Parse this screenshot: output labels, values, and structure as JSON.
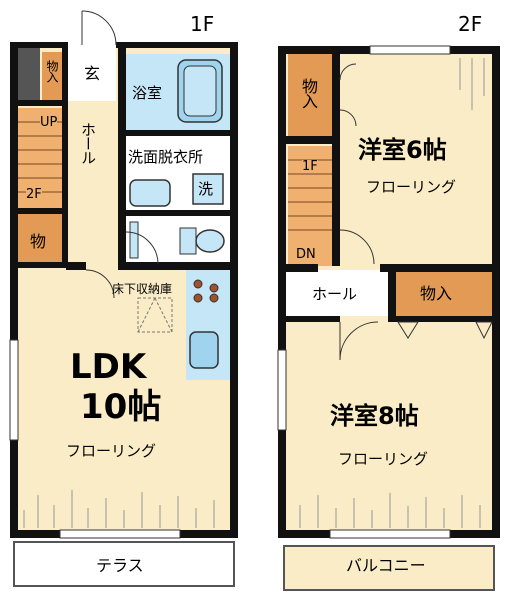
{
  "floors": {
    "first": "1F",
    "second": "2F"
  },
  "first_floor": {
    "storage_small": "物入",
    "entrance": "玄",
    "stairs_up": "UP",
    "stairs_to_2f": "2F",
    "hall": "ホール",
    "bath": "浴室",
    "washroom": "洗面脱衣所",
    "washer": "洗",
    "storage": "物",
    "underfloor_storage": "床下収納庫",
    "ldk_name": "LDK",
    "ldk_size": "10帖",
    "ldk_floor": "フローリング",
    "terrace": "テラス"
  },
  "second_floor": {
    "storage_left": "物入",
    "room1_name": "洋室6帖",
    "room1_floor": "フローリング",
    "stairs_to_1f": "1F",
    "stairs_down": "DN",
    "hall": "ホール",
    "storage_right": "物入",
    "room2_name": "洋室8帖",
    "room2_floor": "フローリング",
    "balcony": "バルコニー"
  },
  "colors": {
    "floor_fill": "#f9ecc6",
    "wet_fill": "#c5e6f6",
    "storage_fill": "#e39a55",
    "stairs_fill": "#f0b070",
    "wall": "#111111",
    "dark_closet": "#444444"
  }
}
